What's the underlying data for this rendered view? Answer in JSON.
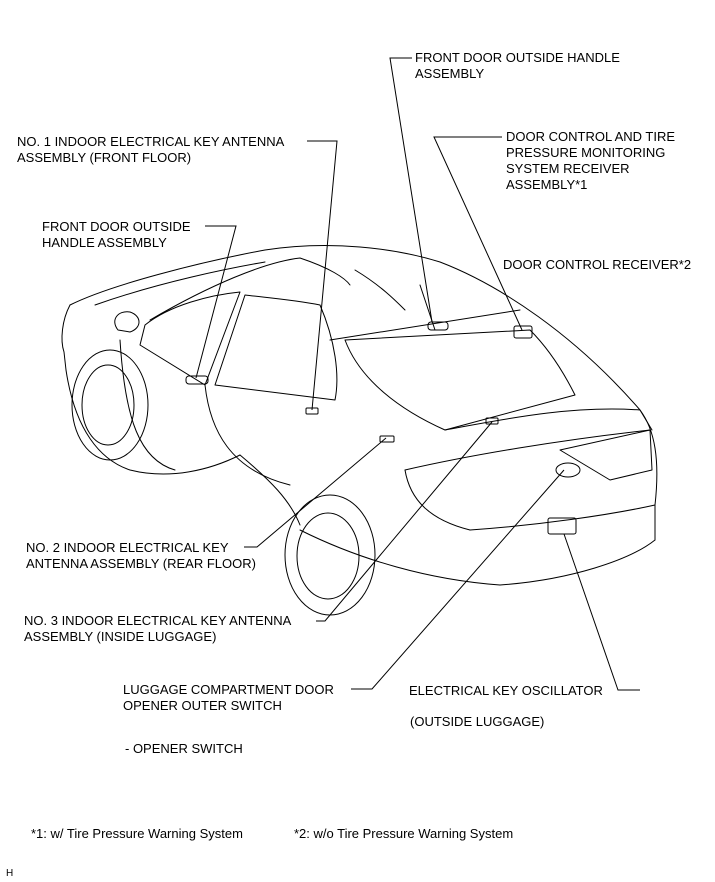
{
  "labels": {
    "front_door_handle_right": "FRONT DOOR OUTSIDE HANDLE\nASSEMBLY",
    "no1_antenna": "NO. 1 INDOOR ELECTRICAL KEY ANTENNA\nASSEMBLY (FRONT FLOOR)",
    "door_control_tpms": "DOOR CONTROL AND TIRE\nPRESSURE MONITORING\nSYSTEM RECEIVER\nASSEMBLY*1",
    "front_door_handle_left": "FRONT DOOR OUTSIDE\nHANDLE ASSEMBLY",
    "door_control_receiver": "DOOR CONTROL RECEIVER*2",
    "no2_antenna": "NO. 2 INDOOR ELECTRICAL KEY\nANTENNA ASSEMBLY (REAR FLOOR)",
    "no3_antenna": "NO. 3 INDOOR ELECTRICAL KEY ANTENNA\nASSEMBLY (INSIDE LUGGAGE)",
    "luggage_switch": "LUGGAGE COMPARTMENT DOOR\nOPENER OUTER SWITCH",
    "key_oscillator": "ELECTRICAL KEY OSCILLATOR",
    "outside_luggage": "(OUTSIDE LUGGAGE)",
    "opener_switch": "- OPENER SWITCH"
  },
  "footnotes": {
    "note1": "*1: w/ Tire Pressure Warning System",
    "note2": "*2: w/o Tire Pressure Warning System"
  },
  "corner_mark": "H",
  "colors": {
    "line": "#000000",
    "background": "#ffffff"
  }
}
